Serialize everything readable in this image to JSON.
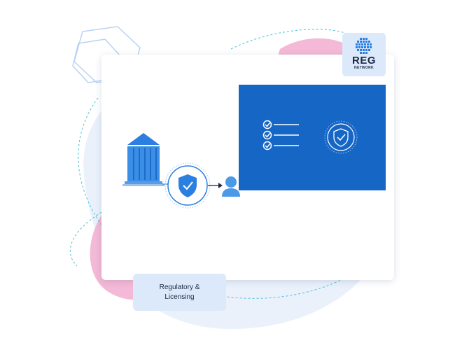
{
  "logo": {
    "title": "REG",
    "subtitle": "NETWORK"
  },
  "card": {
    "label": "Regulatory & Licensing"
  },
  "colors": {
    "panel_blue": "#1666c6",
    "accent_blue": "#2b7fe0",
    "light_blue": "#dbe9fb",
    "pink_blob": "#f3b9d6",
    "text_dark": "#1e2a44"
  },
  "icons": {
    "building": "building-icon",
    "shield": "shield-check-icon",
    "user": "user-icon",
    "checklist": "checklist-icon",
    "globe": "globe-logo-icon"
  }
}
